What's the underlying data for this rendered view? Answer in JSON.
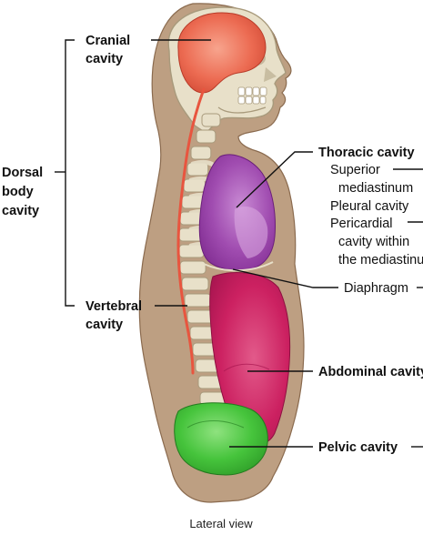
{
  "labels": {
    "cranial_cavity": [
      "Cranial",
      "cavity"
    ],
    "dorsal_body_cavity": [
      "Dorsal",
      "body",
      "cavity"
    ],
    "vertebral_cavity": [
      "Vertebral",
      "cavity"
    ],
    "thoracic_cavity": "Thoracic cavity",
    "superior_mediastinum": [
      "Superior",
      "mediastinum"
    ],
    "pleural_cavity": "Pleural cavity",
    "pericardial_cavity": [
      "Pericardial",
      "cavity within",
      "the mediastinum"
    ],
    "diaphragm": "Diaphragm",
    "abdominal_cavity": "Abdominal cavity",
    "pelvic_cavity": "Pelvic cavity"
  },
  "caption": "Lateral view",
  "colors": {
    "background": "#ffffff",
    "body": "#bd9f82",
    "body_outline": "#8a6a4e",
    "bone": "#e8e0c9",
    "bone_outline": "#a89a7c",
    "cranial": "#ec6b52",
    "spinal_cord": "#e8553f",
    "thoracic": "#9a3aa6",
    "abdominal": "#cc2161",
    "pelvic": "#46c43c",
    "leader": "#111111"
  }
}
